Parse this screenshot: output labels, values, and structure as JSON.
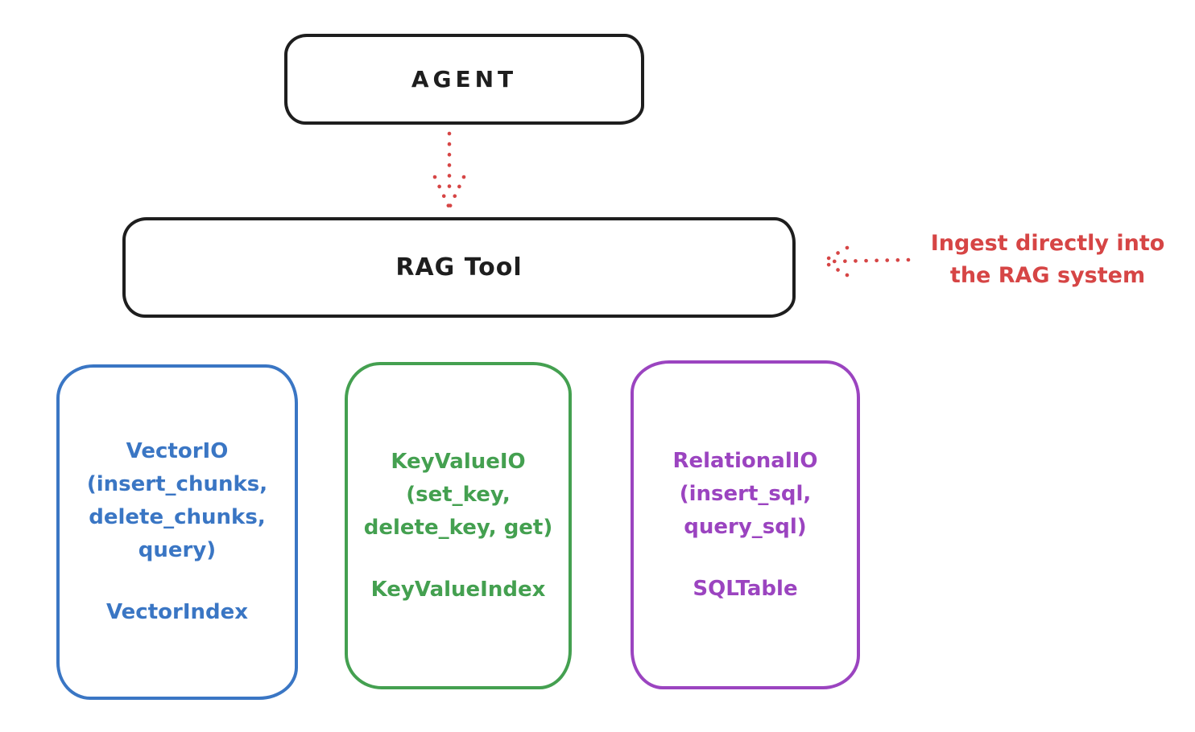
{
  "diagram": {
    "title_hint": "RAG Tool architecture sketch",
    "colors": {
      "box_stroke_black": "#1e1e1e",
      "accent_red": "#d64545",
      "vector_blue": "#3a76c4",
      "keyvalue_green": "#44a050",
      "relational_purple": "#9b44c0",
      "background": "#ffffff"
    },
    "nodes": {
      "agent": {
        "label": "AGENT"
      },
      "rag_tool": {
        "label": "RAG Tool"
      },
      "vector": {
        "line1": "VectorIO",
        "line2": "(insert_chunks,",
        "line3": "delete_chunks,",
        "line4": "query)",
        "footer": "VectorIndex"
      },
      "keyvalue": {
        "line1": "KeyValueIO",
        "line2": "(set_key,",
        "line3": "delete_key, get)",
        "footer": "KeyValueIndex"
      },
      "relational": {
        "line1": "RelationalIO",
        "line2": "(insert_sql,",
        "line3": "query_sql)",
        "footer": "SQLTable"
      }
    },
    "edges": {
      "agent_to_rag": {
        "style": "dotted",
        "color": "#d64545",
        "direction": "down"
      },
      "annotation_to_rag": {
        "style": "dotted",
        "color": "#d64545",
        "direction": "left"
      }
    },
    "annotation": {
      "line1": "Ingest directly into",
      "line2": "the RAG system"
    }
  }
}
